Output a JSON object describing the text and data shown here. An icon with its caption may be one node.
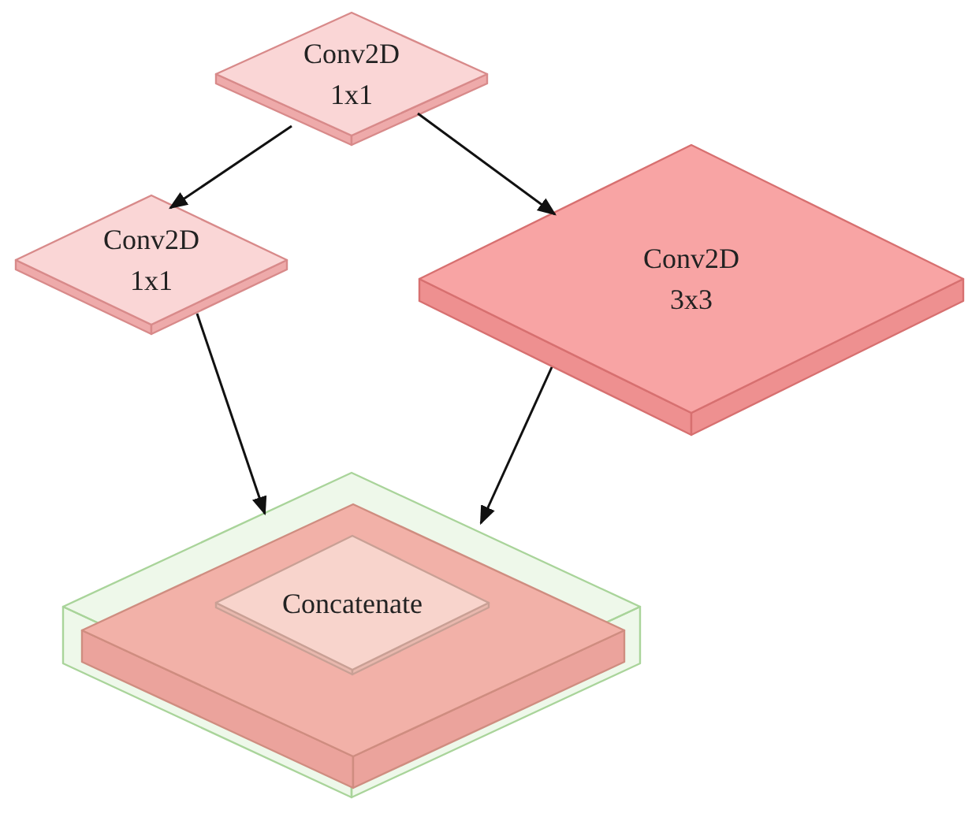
{
  "diagram": {
    "nodes": [
      {
        "text": [
          "Conv2D 1x1"
        ]
      },
      {
        "text": [
          "Conv2D 1x1"
        ]
      },
      {
        "text": [
          "Conv2D 3x3"
        ]
      },
      {
        "text": [],
        "shape": "box"
      },
      {
        "text": [],
        "shape": "box",
        "in": 3
      },
      {
        "text": [
          "Concatenate"
        ],
        "in": 4
      }
    ],
    "edges": [
      {
        "from": 0,
        "to": 1,
        "arrow": "to"
      },
      {
        "from": 0,
        "to": 2,
        "arrow": "to"
      },
      {
        "from": 1,
        "to": 3,
        "arrow": "to"
      },
      {
        "from": 2,
        "to": 3,
        "arrow": "to"
      }
    ]
  }
}
